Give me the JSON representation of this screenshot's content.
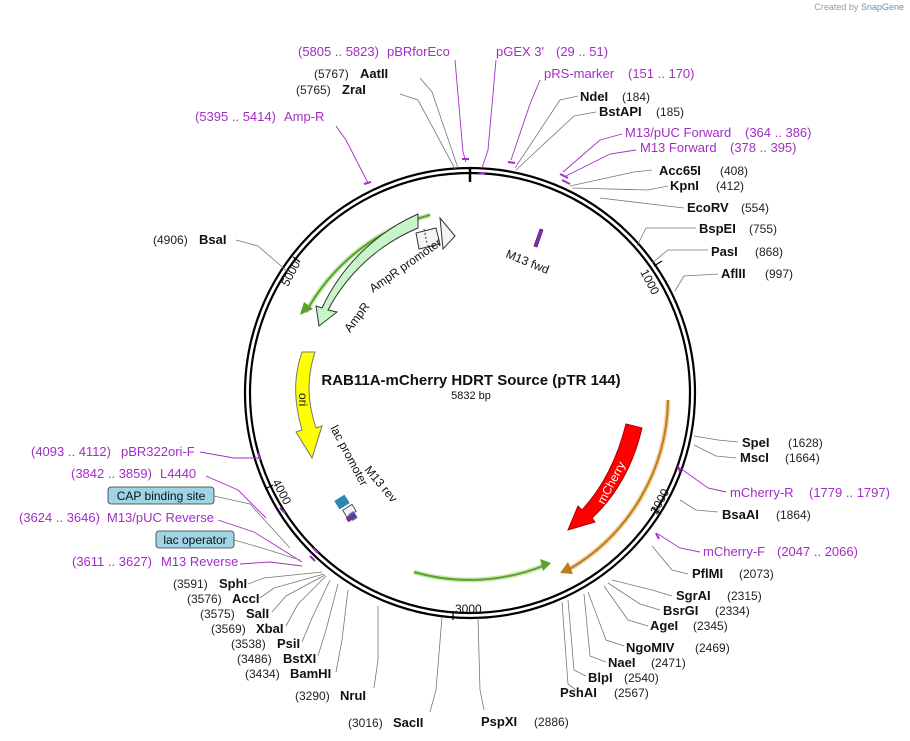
{
  "credit": {
    "prefix": "Created by",
    "brand": "SnapGene"
  },
  "plasmid": {
    "name": "RAB11A-mCherry HDRT Source (pTR 144)",
    "size_label": "5832 bp"
  },
  "ticks": [
    "1000",
    "2000",
    "3000",
    "4000",
    "5000"
  ],
  "sites": [
    {
      "name": "AatII",
      "pos": "(5767)"
    },
    {
      "name": "ZraI",
      "pos": "(5765)"
    },
    {
      "name": "NdeI",
      "pos": "(184)"
    },
    {
      "name": "BstAPI",
      "pos": "(185)"
    },
    {
      "name": "Acc65I",
      "pos": "(408)"
    },
    {
      "name": "KpnI",
      "pos": "(412)"
    },
    {
      "name": "EcoRV",
      "pos": "(554)"
    },
    {
      "name": "BspEI",
      "pos": "(755)"
    },
    {
      "name": "PasI",
      "pos": "(868)"
    },
    {
      "name": "AflII",
      "pos": "(997)"
    },
    {
      "name": "BsaI",
      "pos": "(4906)"
    },
    {
      "name": "SpeI",
      "pos": "(1628)"
    },
    {
      "name": "MscI",
      "pos": "(1664)"
    },
    {
      "name": "BsaAI",
      "pos": "(1864)"
    },
    {
      "name": "PflMI",
      "pos": "(2073)"
    },
    {
      "name": "SgrAI",
      "pos": "(2315)"
    },
    {
      "name": "BsrGI",
      "pos": "(2334)"
    },
    {
      "name": "AgeI",
      "pos": "(2345)"
    },
    {
      "name": "NgoMIV",
      "pos": "(2469)"
    },
    {
      "name": "NaeI",
      "pos": "(2471)"
    },
    {
      "name": "BlpI",
      "pos": "(2540)"
    },
    {
      "name": "PshAI",
      "pos": "(2567)"
    },
    {
      "name": "PspXI",
      "pos": "(2886)"
    },
    {
      "name": "SacII",
      "pos": "(3016)"
    },
    {
      "name": "NruI",
      "pos": "(3290)"
    },
    {
      "name": "BamHI",
      "pos": "(3434)"
    },
    {
      "name": "BstXI",
      "pos": "(3486)"
    },
    {
      "name": "PsiI",
      "pos": "(3538)"
    },
    {
      "name": "XbaI",
      "pos": "(3569)"
    },
    {
      "name": "SalI",
      "pos": "(3575)"
    },
    {
      "name": "AccI",
      "pos": "(3576)"
    },
    {
      "name": "SphI",
      "pos": "(3591)"
    }
  ],
  "primers": [
    {
      "name": "pBRforEco",
      "range": "(5805 .. 5823)"
    },
    {
      "name": "pGEX 3'",
      "range": "(29 .. 51)"
    },
    {
      "name": "pRS-marker",
      "range": "(151 .. 170)"
    },
    {
      "name": "M13/pUC Forward",
      "range": "(364 .. 386)"
    },
    {
      "name": "M13 Forward",
      "range": "(378 .. 395)"
    },
    {
      "name": "Amp-R",
      "range": "(5395 .. 5414)"
    },
    {
      "name": "mCherry-R",
      "range": "(1779 .. 1797)"
    },
    {
      "name": "mCherry-F",
      "range": "(2047 .. 2066)"
    },
    {
      "name": "pBR322ori-F",
      "range": "(4093 .. 4112)"
    },
    {
      "name": "L4440",
      "range": "(3842 .. 3859)"
    },
    {
      "name": "M13/pUC Reverse",
      "range": "(3624 .. 3646)"
    },
    {
      "name": "M13 Reverse",
      "range": "(3611 .. 3627)"
    }
  ],
  "boxed_labels": [
    "CAP binding site",
    "lac operator"
  ],
  "features": {
    "ampr": "AmpR",
    "ampr_promoter": "AmpR promoter",
    "ori": "ori",
    "lac_promoter": "lac promoter",
    "m13_rev": "M13 rev",
    "m13_fwd": "M13 fwd",
    "mcherry": "mCherry"
  },
  "colors": {
    "primer": "#a12ec4",
    "ampr_fill": "#c8f5c8",
    "ori_fill": "#ffff00",
    "mcherry_fill": "#ff0000",
    "green_arc": "#5aa02c",
    "orange_arc": "#c07a1e",
    "boxed_fill": "#9fd3e6",
    "backbone": "#000000"
  }
}
